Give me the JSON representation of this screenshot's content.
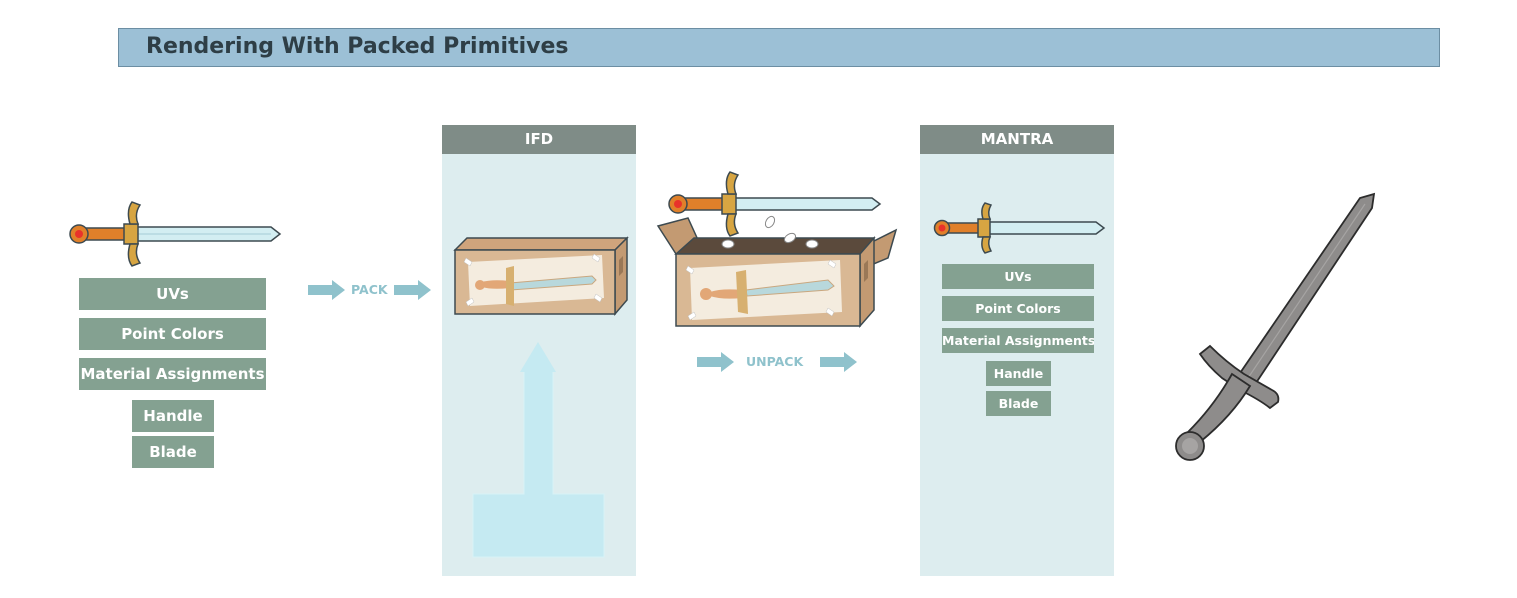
{
  "title": "Rendering With Packed Primitives",
  "left_attributes": [
    "UVs",
    "Point Colors",
    "Material Assignments"
  ],
  "left_materials": [
    "Handle",
    "Blade"
  ],
  "pack_label": "PACK",
  "ifd_panel": {
    "title": "IFD"
  },
  "unpack_label": "UNPACK",
  "mantra_panel": {
    "title": "MANTRA",
    "attributes": [
      "UVs",
      "Point Colors",
      "Material Assignments"
    ],
    "materials": [
      "Handle",
      "Blade"
    ]
  },
  "colors": {
    "title_bar": "#9cc0d6",
    "panel_bg": "#ddedef",
    "panel_header": "#7f8c87",
    "attribute_box": "#84a191",
    "arrow": "#8fc2cc",
    "cardboard": "#d9b894",
    "sword_handle": "#e0802a",
    "sword_blade": "#d3eef2",
    "rendered_sword": "#8e8c8b"
  }
}
